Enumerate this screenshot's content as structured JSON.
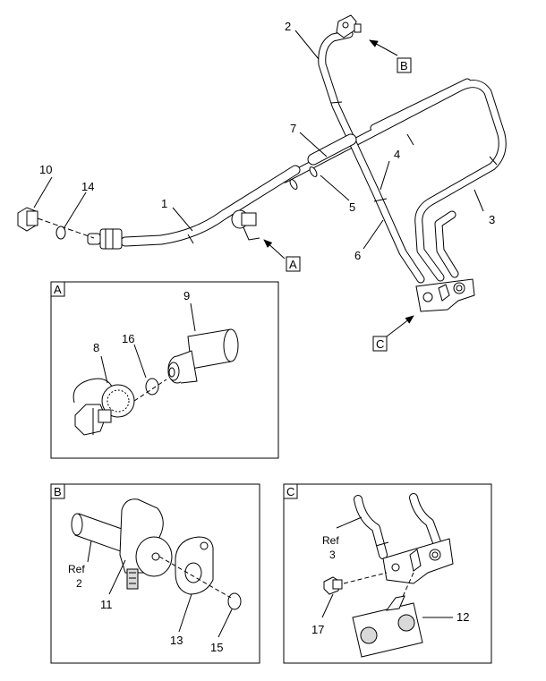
{
  "callouts": {
    "c1": "1",
    "c2": "2",
    "c3": "3",
    "c4": "4",
    "c5": "5",
    "c6": "6",
    "c7": "7",
    "c8": "8",
    "c9": "9",
    "c10": "10",
    "c11": "11",
    "c12": "12",
    "c13": "13",
    "c14": "14",
    "c15": "15",
    "c16": "16",
    "c17": "17"
  },
  "view_labels": {
    "main_a": "A",
    "main_b": "B",
    "main_c": "C",
    "detail_a": "A",
    "detail_b": "B",
    "detail_c": "C"
  },
  "references": {
    "b_ref_word": "Ref",
    "b_ref_num": "2",
    "c_ref_word": "Ref",
    "c_ref_num": "3"
  }
}
